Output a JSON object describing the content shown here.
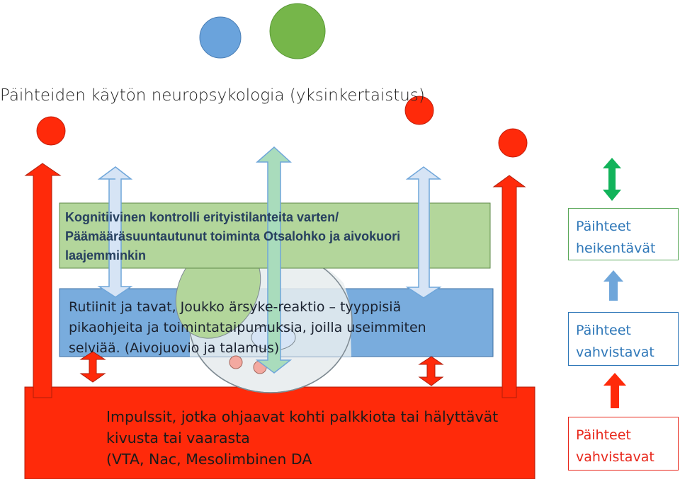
{
  "title": "Päihteiden käytön neuropsykologia (yksinkertaistus)",
  "green_box": {
    "lines": [
      "Kognitiivinen kontrolli erityistilanteita varten/",
      "Päämääräsuuntautunut toiminta  Otsalohko ja aivokuori",
      "laajemminkin"
    ]
  },
  "blue_box": {
    "lines": [
      "Rutiinit ja tavat, Joukko ärsyke-reaktio – tyyppisiä",
      "pikaohjeita ja toimintataipumuksia, joilla useimmiten",
      "selviää.  (Aivojuovio ja talamus)"
    ]
  },
  "red_box": {
    "lines": [
      "Impulssit, jotka ohjaavat kohti palkkiota tai hälyttävät",
      "kivusta tai vaarasta",
      "(VTA, Nac, Mesolimbinen DA"
    ]
  },
  "legend": {
    "green": {
      "line1": "Päihteet",
      "line2": "heikentävät",
      "arrow": "double-arrow-green"
    },
    "blue": {
      "line1": "Päihteet",
      "line2": "vahvistavat",
      "arrow": "up-arrow-blue"
    },
    "red": {
      "line1": "Päihteet",
      "line2": "vahvistavat",
      "arrow": "up-arrow-red"
    }
  },
  "colors": {
    "red": "#ff2a0a",
    "red_dark": "#d32513",
    "green_box": "#b3d69b",
    "green_circle": "#76b64a",
    "blue_box": "#6fa6da",
    "blue_circle": "#6aa3dc",
    "light_blue_arrow": "#d6e4f5",
    "green_arrow": "#a9dcbc",
    "legend_green_arrow": "#12b35a",
    "pink_node": "#f3a9a0",
    "brain_fill": "#eaeef0"
  }
}
